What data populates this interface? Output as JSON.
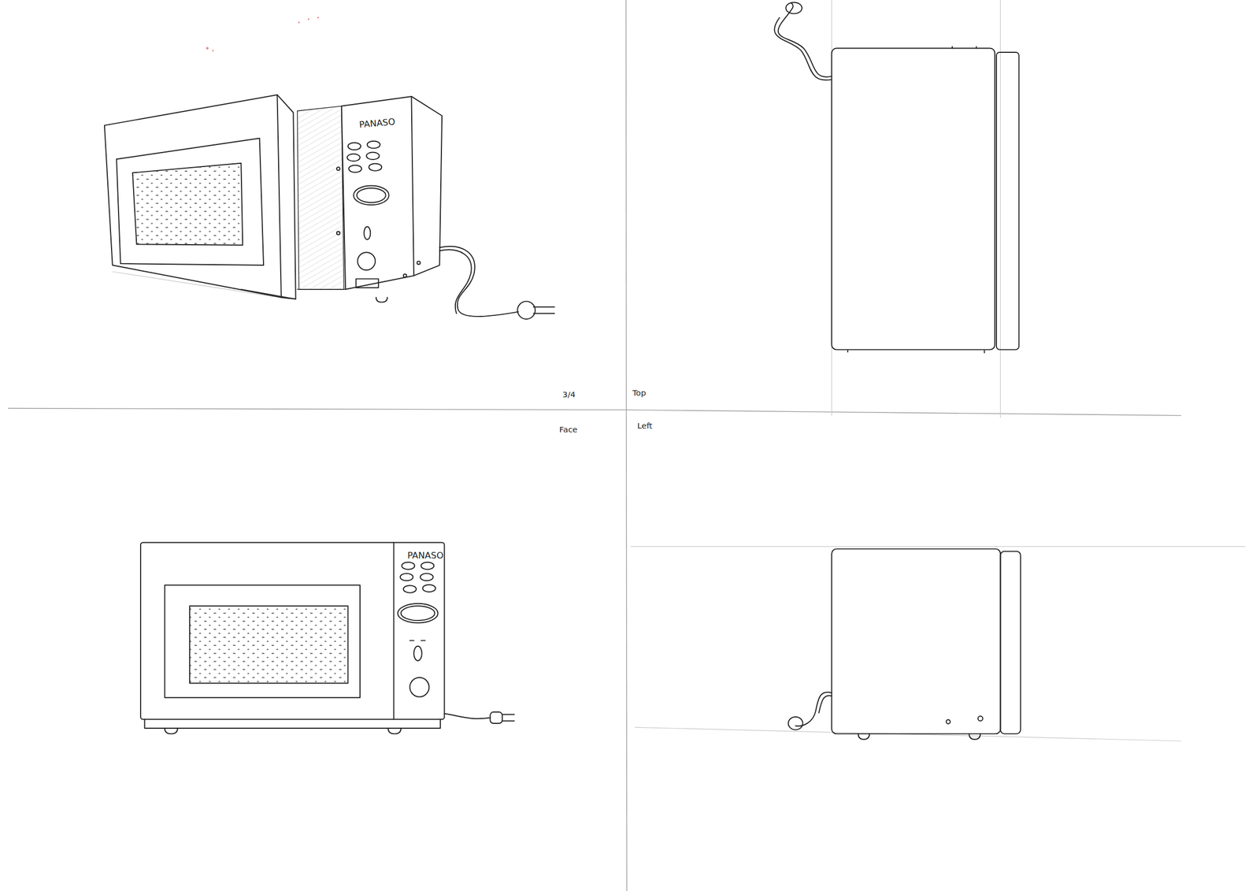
{
  "diagram": {
    "labels": [
      "PANASO",
      "3/4",
      "Top",
      "Face",
      "Left",
      "PANASO"
    ]
  }
}
